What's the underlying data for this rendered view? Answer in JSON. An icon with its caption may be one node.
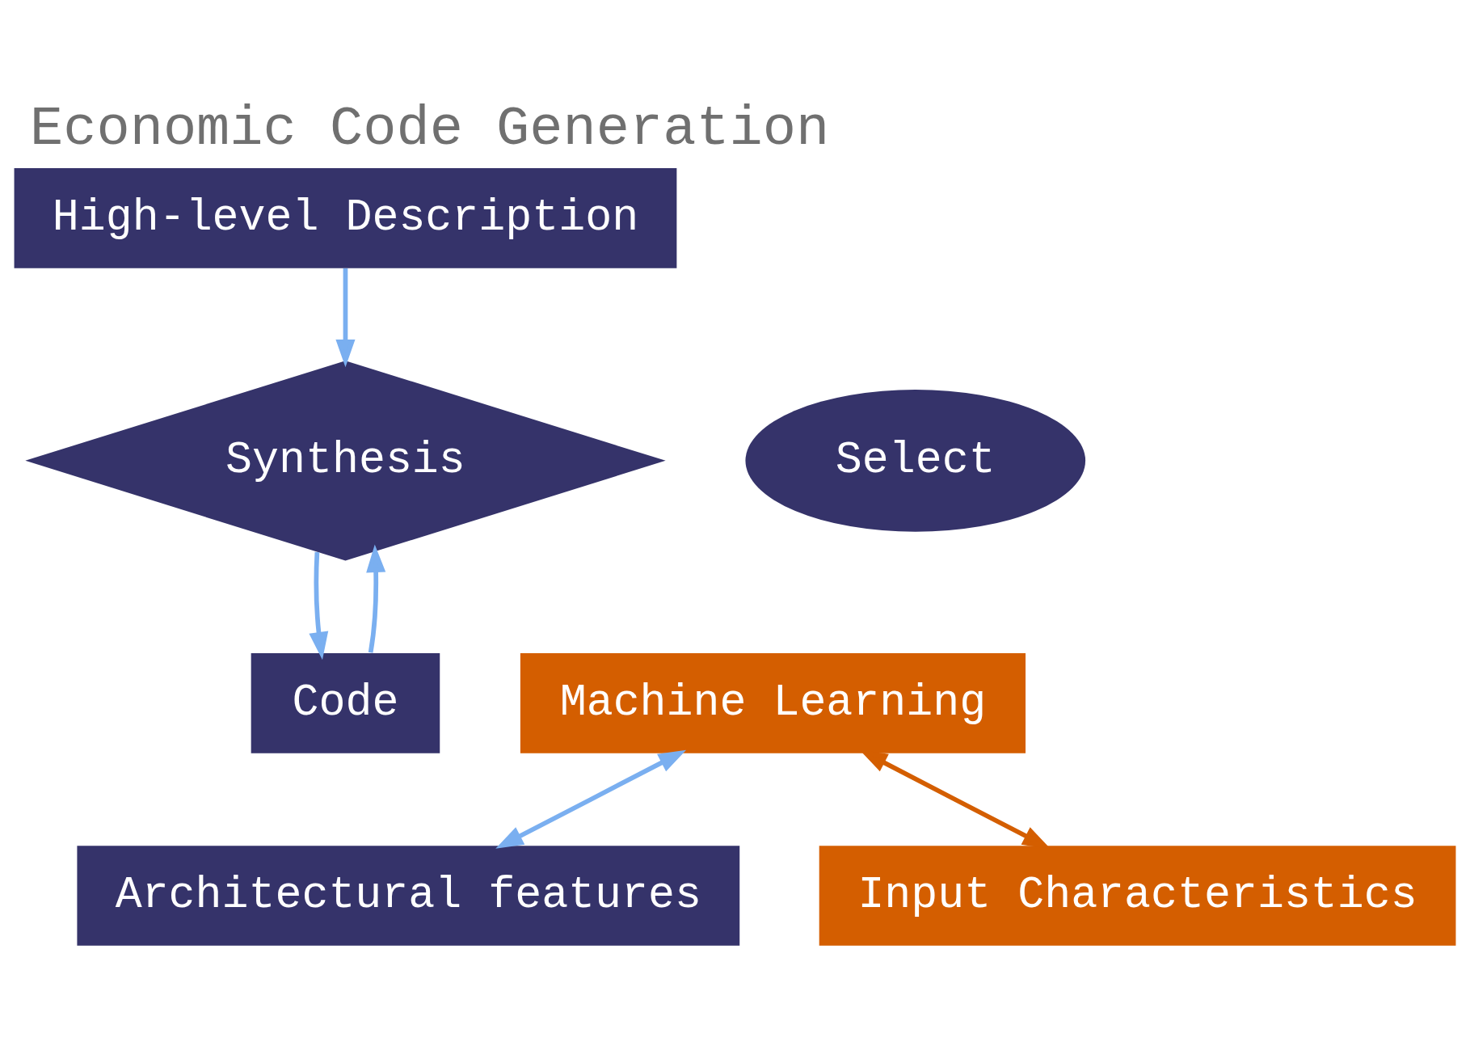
{
  "diagram": {
    "title": "Economic Code Generation",
    "nodes": [
      {
        "text": [
          "High-level Description"
        ]
      },
      {
        "text": [
          "Synthesis"
        ]
      },
      {
        "text": [
          "Select"
        ]
      },
      {
        "text": [
          "Code"
        ]
      },
      {
        "text": [
          "Machine Learning"
        ]
      },
      {
        "text": [
          "Architectural features"
        ]
      },
      {
        "text": [
          "Input Characteristics"
        ]
      }
    ],
    "edges": [
      {
        "from": 0,
        "to": 1,
        "arrow": "to"
      },
      {
        "from": 1,
        "to": 3,
        "arrow": "to"
      },
      {
        "from": 3,
        "to": 1,
        "arrow": "to"
      },
      {
        "from": 4,
        "to": 5,
        "arrow": "both"
      },
      {
        "from": 4,
        "to": 6,
        "arrow": "both",
        "color": "#d45e00"
      }
    ]
  }
}
